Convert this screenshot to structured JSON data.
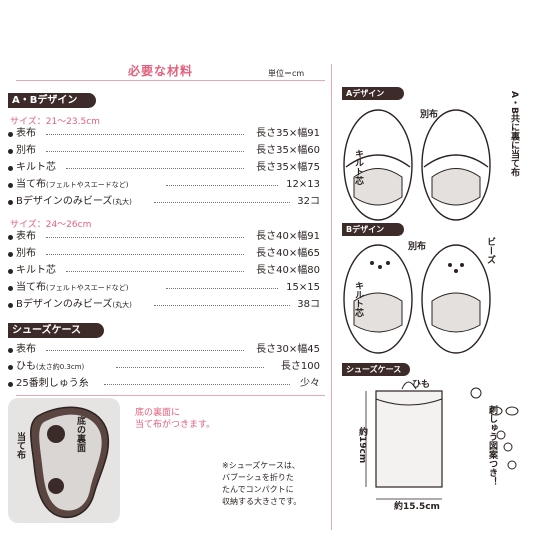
{
  "materials": {
    "title": "必要な材料",
    "unit": "単位＝cm",
    "ab_design": {
      "header": "A・Bデザイン",
      "groups": [
        {
          "size": "サイズ：21〜23.5cm",
          "items": [
            {
              "label": "表布",
              "note": "",
              "value": "長さ35×幅91"
            },
            {
              "label": "別布",
              "note": "",
              "value": "長さ35×幅60"
            },
            {
              "label": "キルト芯",
              "note": "",
              "value": "長さ35×幅75"
            },
            {
              "label": "当て布",
              "note": "(フェルトやスエードなど)",
              "value": "12×13"
            },
            {
              "label": "Bデザインのみビーズ",
              "note": "(丸大)",
              "value": "32コ"
            }
          ]
        },
        {
          "size": "サイズ：24〜26cm",
          "items": [
            {
              "label": "表布",
              "note": "",
              "value": "長さ40×幅91"
            },
            {
              "label": "別布",
              "note": "",
              "value": "長さ40×幅65"
            },
            {
              "label": "キルト芯",
              "note": "",
              "value": "長さ40×幅80"
            },
            {
              "label": "当て布",
              "note": "(フェルトやスエードなど)",
              "value": "15×15"
            },
            {
              "label": "Bデザインのみビーズ",
              "note": "(丸大)",
              "value": "38コ"
            }
          ]
        }
      ]
    },
    "case": {
      "header": "シューズケース",
      "items": [
        {
          "label": "表布",
          "note": "",
          "value": "長さ30×幅45"
        },
        {
          "label": "ひも",
          "note": "(太さ約0.3cm)",
          "value": "長さ100"
        },
        {
          "label": "25番刺しゅう糸",
          "note": "",
          "value": "少々"
        }
      ]
    },
    "sole_note": [
      "底の裏面に",
      "当て布がつきます。"
    ],
    "sole_labels": {
      "bottom": "底の裏面",
      "patch": "当て布"
    },
    "case_note": [
      "※シューズケースは、",
      "バブーシュを折りた",
      "たんでコンパクトに",
      "収納する大きさです。"
    ]
  },
  "diagrams": {
    "a": {
      "header": "Aデザイン",
      "betsu": "別布",
      "quilt": "キルト芯",
      "ab_note": "A・B共に裏に当て布"
    },
    "b": {
      "header": "Bデザイン",
      "betsu": "別布",
      "beads": "ビーズ",
      "quilt": "キルト芯"
    },
    "case": {
      "header": "シューズケース",
      "himo": "ひも",
      "height": "約19cm",
      "width": "約15.5cm",
      "emb": "刺しゅう図案つき！"
    }
  }
}
